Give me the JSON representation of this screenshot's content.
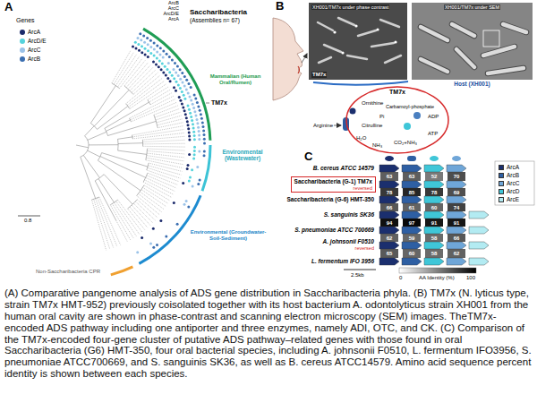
{
  "diagram": {
    "caption": "(A) Comparative pangenome analysis of ADS gene distribution in Saccharibacteria phyla. (B) TM7x (N. lyticus type, strain TM7x HMT-952) previously coisolated together with its host bacterium A. odontolyticus strain XH001 from the human oral cavity are shown in phase-contrast and scanning electron microscopy (SEM) images. TheTM7x-encoded ADS pathway including one antiporter and three enzymes, namely ADI, OTC, and CK. (C) Comparison of the TM7x-encoded four-gene cluster of putative ADS pathway–related genes with those found in oral Saccharibacteria (G6) HMT-350, four oral bacterial species, including A. johnsonii F0510, L. fermentum IFO3956, S. pneumoniae ATCC700669, and S. sanguinis SK36, as well as B. cereus ATCC14579. Amino acid sequence percent identity is shown between each species.",
    "nodes": [
      {
        "text": [
          "XH001/TM7x under phase contrast",
          "TM7x"
        ]
      },
      {
        "text": [
          "XH001/TM7x under SEM",
          "Host (XH001)"
        ]
      },
      {
        "text": [
          "TM7x"
        ]
      },
      {
        "text": [
          "Saccharibacteria (G-1) TM7x",
          "reversed"
        ]
      }
    ],
    "labels": [
      "A",
      "Genes",
      "ArcB",
      "ArcC",
      "ArcD/E",
      "ArcA",
      "Saccharibacteria",
      "(Assemblies n= 67)",
      "Mammalian (Human Oral/Rumen)",
      "TM7x",
      "Environmental (Wastewater)",
      "Environmental (Groundwater-Soil-Sediment)",
      "0.8",
      "Non-Saccharibacteria CPR",
      "B",
      "Arginine",
      "Ornithine",
      "Carbamoyl-phosphate",
      "Pi",
      "ADP",
      "Citrulline",
      "ATP",
      "H₂O",
      "NH₃",
      "CO₂+NH₃",
      "C",
      "B. cereus ATCC 14579",
      "Saccharibacteria (G-6) HMT-350",
      "S. sanguinis SK36",
      "S. pneumoniae ATCC 700669",
      "A. johnsonii F0510",
      "reversed",
      "L. fermentum IFO 3956",
      "2.5kb",
      "AA Identity (%)",
      "0",
      "100",
      "63",
      "63",
      "52",
      "70",
      "78",
      "85",
      "78",
      "69",
      "66",
      "61",
      "60",
      "74",
      "94",
      "97",
      "91",
      "91",
      "62",
      "59",
      "58",
      "66",
      "65",
      "60",
      "58",
      "62"
    ],
    "legend": [
      {
        "text": "ArcA",
        "color": "#1b2a6b"
      },
      {
        "text": "ArcD/E",
        "color": "#56d3dc"
      },
      {
        "text": "ArcC",
        "color": "#9cc3e8"
      },
      {
        "text": "ArcB",
        "color": "#3b6eb0"
      },
      {
        "text": "ArcA",
        "color": "#1b2f6e"
      },
      {
        "text": "ArcB",
        "color": "#2e5fa3"
      },
      {
        "text": "ArcC",
        "color": "#6fa6d8"
      },
      {
        "text": "ArcD",
        "color": "#3fc6d8"
      },
      {
        "text": "ArcE",
        "color": "#b3ebf2"
      }
    ]
  }
}
